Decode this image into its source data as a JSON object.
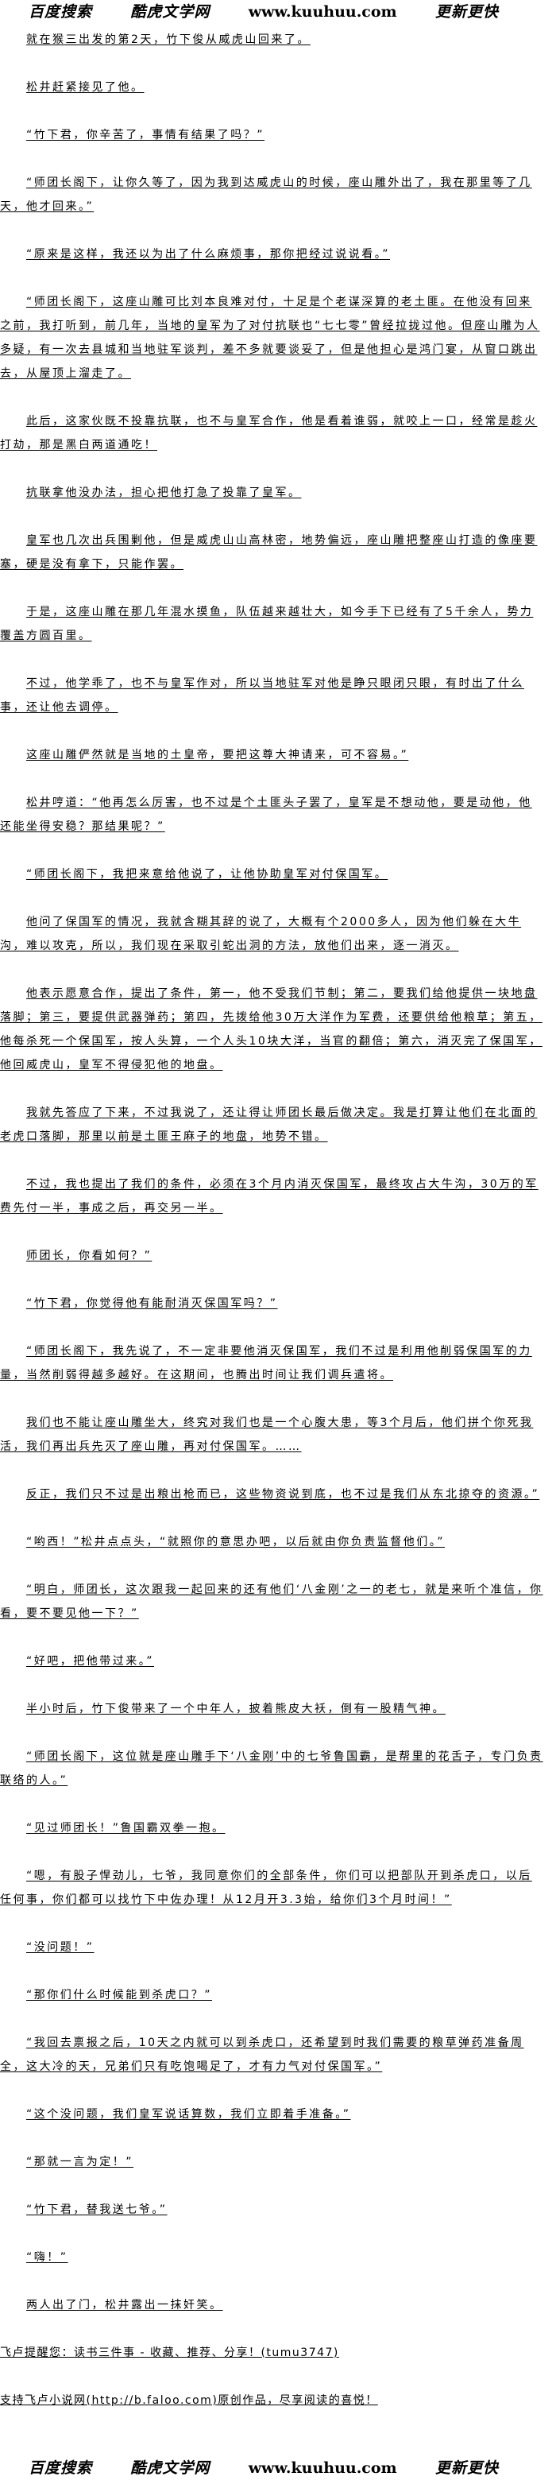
{
  "banner": {
    "search": "百度搜索",
    "site_name": "酷虎文学网",
    "url": "www.kuuhuu.com",
    "slogan": "更新更快"
  },
  "paragraphs": [
    "就在猴三出发的第2天，竹下俊从威虎山回来了。",
    "松井赶紧接见了他。",
    "“竹下君，你辛苦了，事情有结果了吗？”",
    "“师团长阁下，让你久等了，因为我到达威虎山的时候，座山雕外出了，我在那里等了几天，他才回来。”",
    "“原来是这样，我还以为出了什么麻烦事，那你把经过说说看。”",
    "“师团长阁下，这座山雕可比刘本良难对付，十足是个老谋深算的老土匪。在他没有回来之前，我打听到，前几年，当地的皇军为了对付抗联也“七七零”曾经拉拢过他。但座山雕为人多疑，有一次去县城和当地驻军谈判，差不多就要谈妥了，但是他担心是鸿门宴，从窗口跳出去，从屋顶上溜走了。",
    "此后，这家伙既不投靠抗联，也不与皇军合作，他是看着谁弱，就咬上一口，经常是趁火打劫，那是黑白两道通吃！",
    "抗联拿他没办法，担心把他打急了投靠了皇军。",
    "皇军也几次出兵围剿他，但是威虎山山高林密，地势偏远，座山雕把整座山打造的像座要塞，硬是没有拿下，只能作罢。",
    "于是，这座山雕在那几年混水摸鱼，队伍越来越壮大，如今手下已经有了5千余人，势力覆盖方圆百里。",
    "不过，他学乖了，也不与皇军作对，所以当地驻军对他是睁只眼闭只眼，有时出了什么事，还让他去调停。",
    "这座山雕俨然就是当地的土皇帝，要把这尊大神请来，可不容易。”",
    "松井哼道：“他再怎么厉害，也不过是个土匪头子罢了，皇军是不想动他，要是动他，他还能坐得安稳？那结果呢？”",
    "“师团长阁下，我把来意给他说了，让他协助皇军对付保国军。",
    "他问了保国军的情况，我就含糊其辞的说了，大概有个2000多人，因为他们躲在大牛沟，难以攻克，所以，我们现在采取引蛇出洞的方法，放他们出来，逐一消灭。",
    "他表示愿意合作，提出了条件，第一，他不受我们节制；第二，要我们给他提供一块地盘落脚；第三，要提供武器弹药；第四，先拨给他30万大洋作为军费，还要供给他粮草；第五，他每杀死一个保国军，按人头算，一个人头10块大洋，当官的翻倍；第六，消灭完了保国军，他回威虎山，皇军不得侵犯他的地盘。",
    "我就先答应了下来，不过我说了，还让得让师团长最后做决定。我是打算让他们在北面的老虎口落脚，那里以前是土匪王麻子的地盘，地势不错。",
    "不过，我也提出了我们的条件，必须在3个月内消灭保国军，最终攻占大牛沟，30万的军费先付一半，事成之后，再交另一半。",
    "师团长，你看如何？”",
    "“竹下君，你觉得他有能耐消灭保国军吗？”",
    "“师团长阁下，我先说了，不一定非要他消灭保国军，我们不过是利用他削弱保国军的力量，当然削弱得越多越好。在这期间，也腾出时间让我们调兵遣将。",
    "我们也不能让座山雕坐大，终究对我们也是一个心腹大患，等3个月后，他们拼个你死我活，我们再出兵先灭了座山雕，再对付保国军。……",
    "反正，我们只不过是出粮出枪而已，这些物资说到底，也不过是我们从东北掠夺的资源。”",
    "“哟西！”松井点点头，“就照你的意思办吧，以后就由你负责监督他们。”",
    "“明白，师团长，这次跟我一起回来的还有他们‘八金刚’之一的老七，就是来听个准信，你看，要不要见他一下？”",
    "“好吧，把他带过来。”",
    "半小时后，竹下俊带来了一个中年人，披着熊皮大袄，倒有一股精气神。",
    "“师团长阁下，这位就是座山雕手下‘八金刚’中的七爷鲁国霸，是帮里的花舌子，专门负责联络的人。”",
    "“见过师团长！”鲁国霸双拳一抱。",
    "“嗯，有股子悍劲儿，七爷，我同意你们的全部条件，你们可以把部队开到杀虎口，以后任何事，你们都可以找竹下中佐办理！从12月开3.3始，给你们3个月时间！”",
    "“没问题！”",
    "“那你们什么时候能到杀虎口？”",
    "“我回去禀报之后，10天之内就可以到杀虎口，还希望到时我们需要的粮草弹药准备周全，这大冷的天，兄弟们只有吃饱喝足了，才有力气对付保国军。”",
    "“这个没问题，我们皇军说话算数，我们立即着手准备。”",
    "“那就一言为定！”",
    "“竹下君，替我送七爷。”",
    "“嗨！”",
    "两人出了门，松井露出一抹奸笑。"
  ],
  "footer": {
    "reminder": "飞卢提醒您：读书三件事 - 收藏、推荐、分享！(tumu3747)",
    "support": "支持飞卢小说网(http://b.faloo.com)原创作品，尽享阅读的喜悦！"
  }
}
